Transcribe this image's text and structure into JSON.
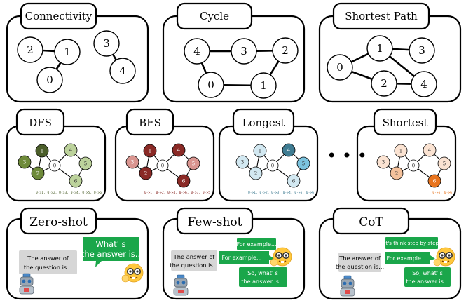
{
  "top_panels": [
    {
      "title": "Connectivity",
      "nodes": [
        "2",
        "1",
        "0",
        "3",
        "4"
      ]
    },
    {
      "title": "Cycle",
      "nodes": [
        "4",
        "3",
        "2",
        "0",
        "1"
      ]
    },
    {
      "title": "Shortest Path",
      "nodes": [
        "0",
        "1",
        "3",
        "2",
        "4"
      ]
    }
  ],
  "mid_panels": [
    {
      "title": "DFS",
      "nodes": [
        "1",
        "4",
        "3",
        "0",
        "5",
        "2",
        "6"
      ],
      "path": "0->1, 0->2, 0->3, 0->4, 0->5, 0->6",
      "colors": {
        "dark": "#4b5e2a",
        "mid": "#6e8a3a",
        "light": "#bcd29b"
      }
    },
    {
      "title": "BFS",
      "nodes": [
        "1",
        "4",
        "3",
        "0",
        "5",
        "2",
        "6"
      ],
      "path": "0->1, 0->2, 0->4, 0->6, 0->3, 0->5",
      "colors": {
        "dark": "#8a2a26",
        "mid": "#a8423c",
        "light": "#d99590"
      }
    },
    {
      "title": "Longest",
      "nodes": [
        "1",
        "4",
        "3",
        "0",
        "5",
        "2",
        "6"
      ],
      "path": "0->1, 0->2, 0->3, 0->4, 0->5, 0->6",
      "colors": {
        "dark": "#3f7c92",
        "mid": "#7bc3de",
        "light": "#d2e8f1"
      }
    },
    {
      "title": "Shortest",
      "nodes": [
        "1",
        "4",
        "3",
        "0",
        "5",
        "2",
        "6"
      ],
      "path": "0->5, 0->6",
      "colors": {
        "dark": "#e8741e",
        "mid": "#f5c29c",
        "light": "#fbe3d2"
      }
    }
  ],
  "ellipsis": "• • •",
  "prompt_panels": {
    "zero_shot": {
      "title": "Zero-shot",
      "question": [
        "The answer of",
        "the question is..."
      ],
      "answer": [
        "What' s",
        "the answer is.."
      ]
    },
    "few_shot": {
      "title": "Few-shot",
      "question": [
        "The answer of",
        "the question is..."
      ],
      "example1": "For example...",
      "example2": "For example...",
      "answer": [
        "So, what' s",
        "the answer is..."
      ]
    },
    "cot": {
      "title": "CoT",
      "question": [
        "The answer of",
        "the question is..."
      ],
      "step": "Let's think step by step...",
      "example": "For example...",
      "answer": [
        "So, what' s",
        "the answer is..."
      ]
    }
  },
  "colors": {
    "bubble_green": "#1aa64a",
    "bubble_gray": "#d6d6d6",
    "robot_blue": "#4a88c7",
    "emoji_yellow": "#ffc83d"
  },
  "icons": [
    "robot-icon",
    "nerd-face-emoji-icon"
  ]
}
